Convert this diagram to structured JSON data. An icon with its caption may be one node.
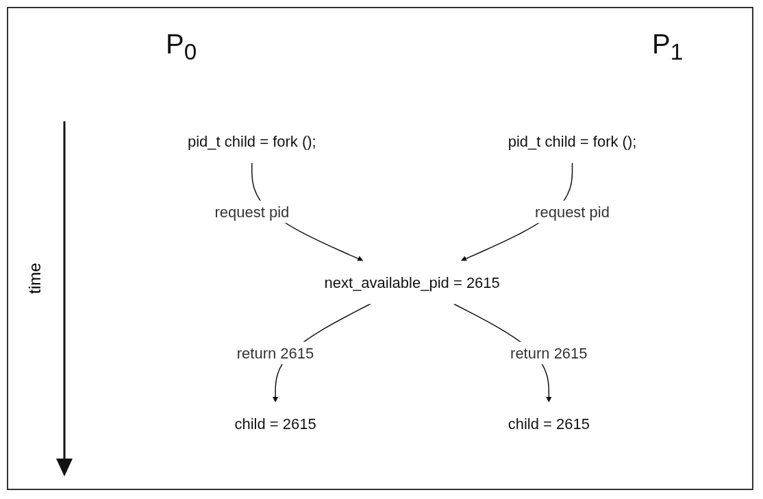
{
  "diagram": {
    "nodes": [
      {
        "text": [
          "pid_t child = fork ();"
        ]
      },
      {
        "text": [
          "pid_t child = fork ();"
        ]
      },
      {
        "text": [
          "next_available_pid = 2615"
        ]
      },
      {
        "text": [
          "child = 2615"
        ]
      },
      {
        "text": [
          "child = 2615"
        ]
      }
    ],
    "edges": [
      {
        "from": 0,
        "to": 2,
        "arrow": "to",
        "label": "request pid"
      },
      {
        "from": 1,
        "to": 2,
        "arrow": "to",
        "label": "request pid"
      },
      {
        "from": 2,
        "to": 3,
        "arrow": "to",
        "label": "return 2615"
      },
      {
        "from": 2,
        "to": 4,
        "arrow": "to",
        "label": "return 2615"
      }
    ],
    "labels": [
      "P$_{0}$",
      "P$_{1}$",
      "time"
    ]
  }
}
